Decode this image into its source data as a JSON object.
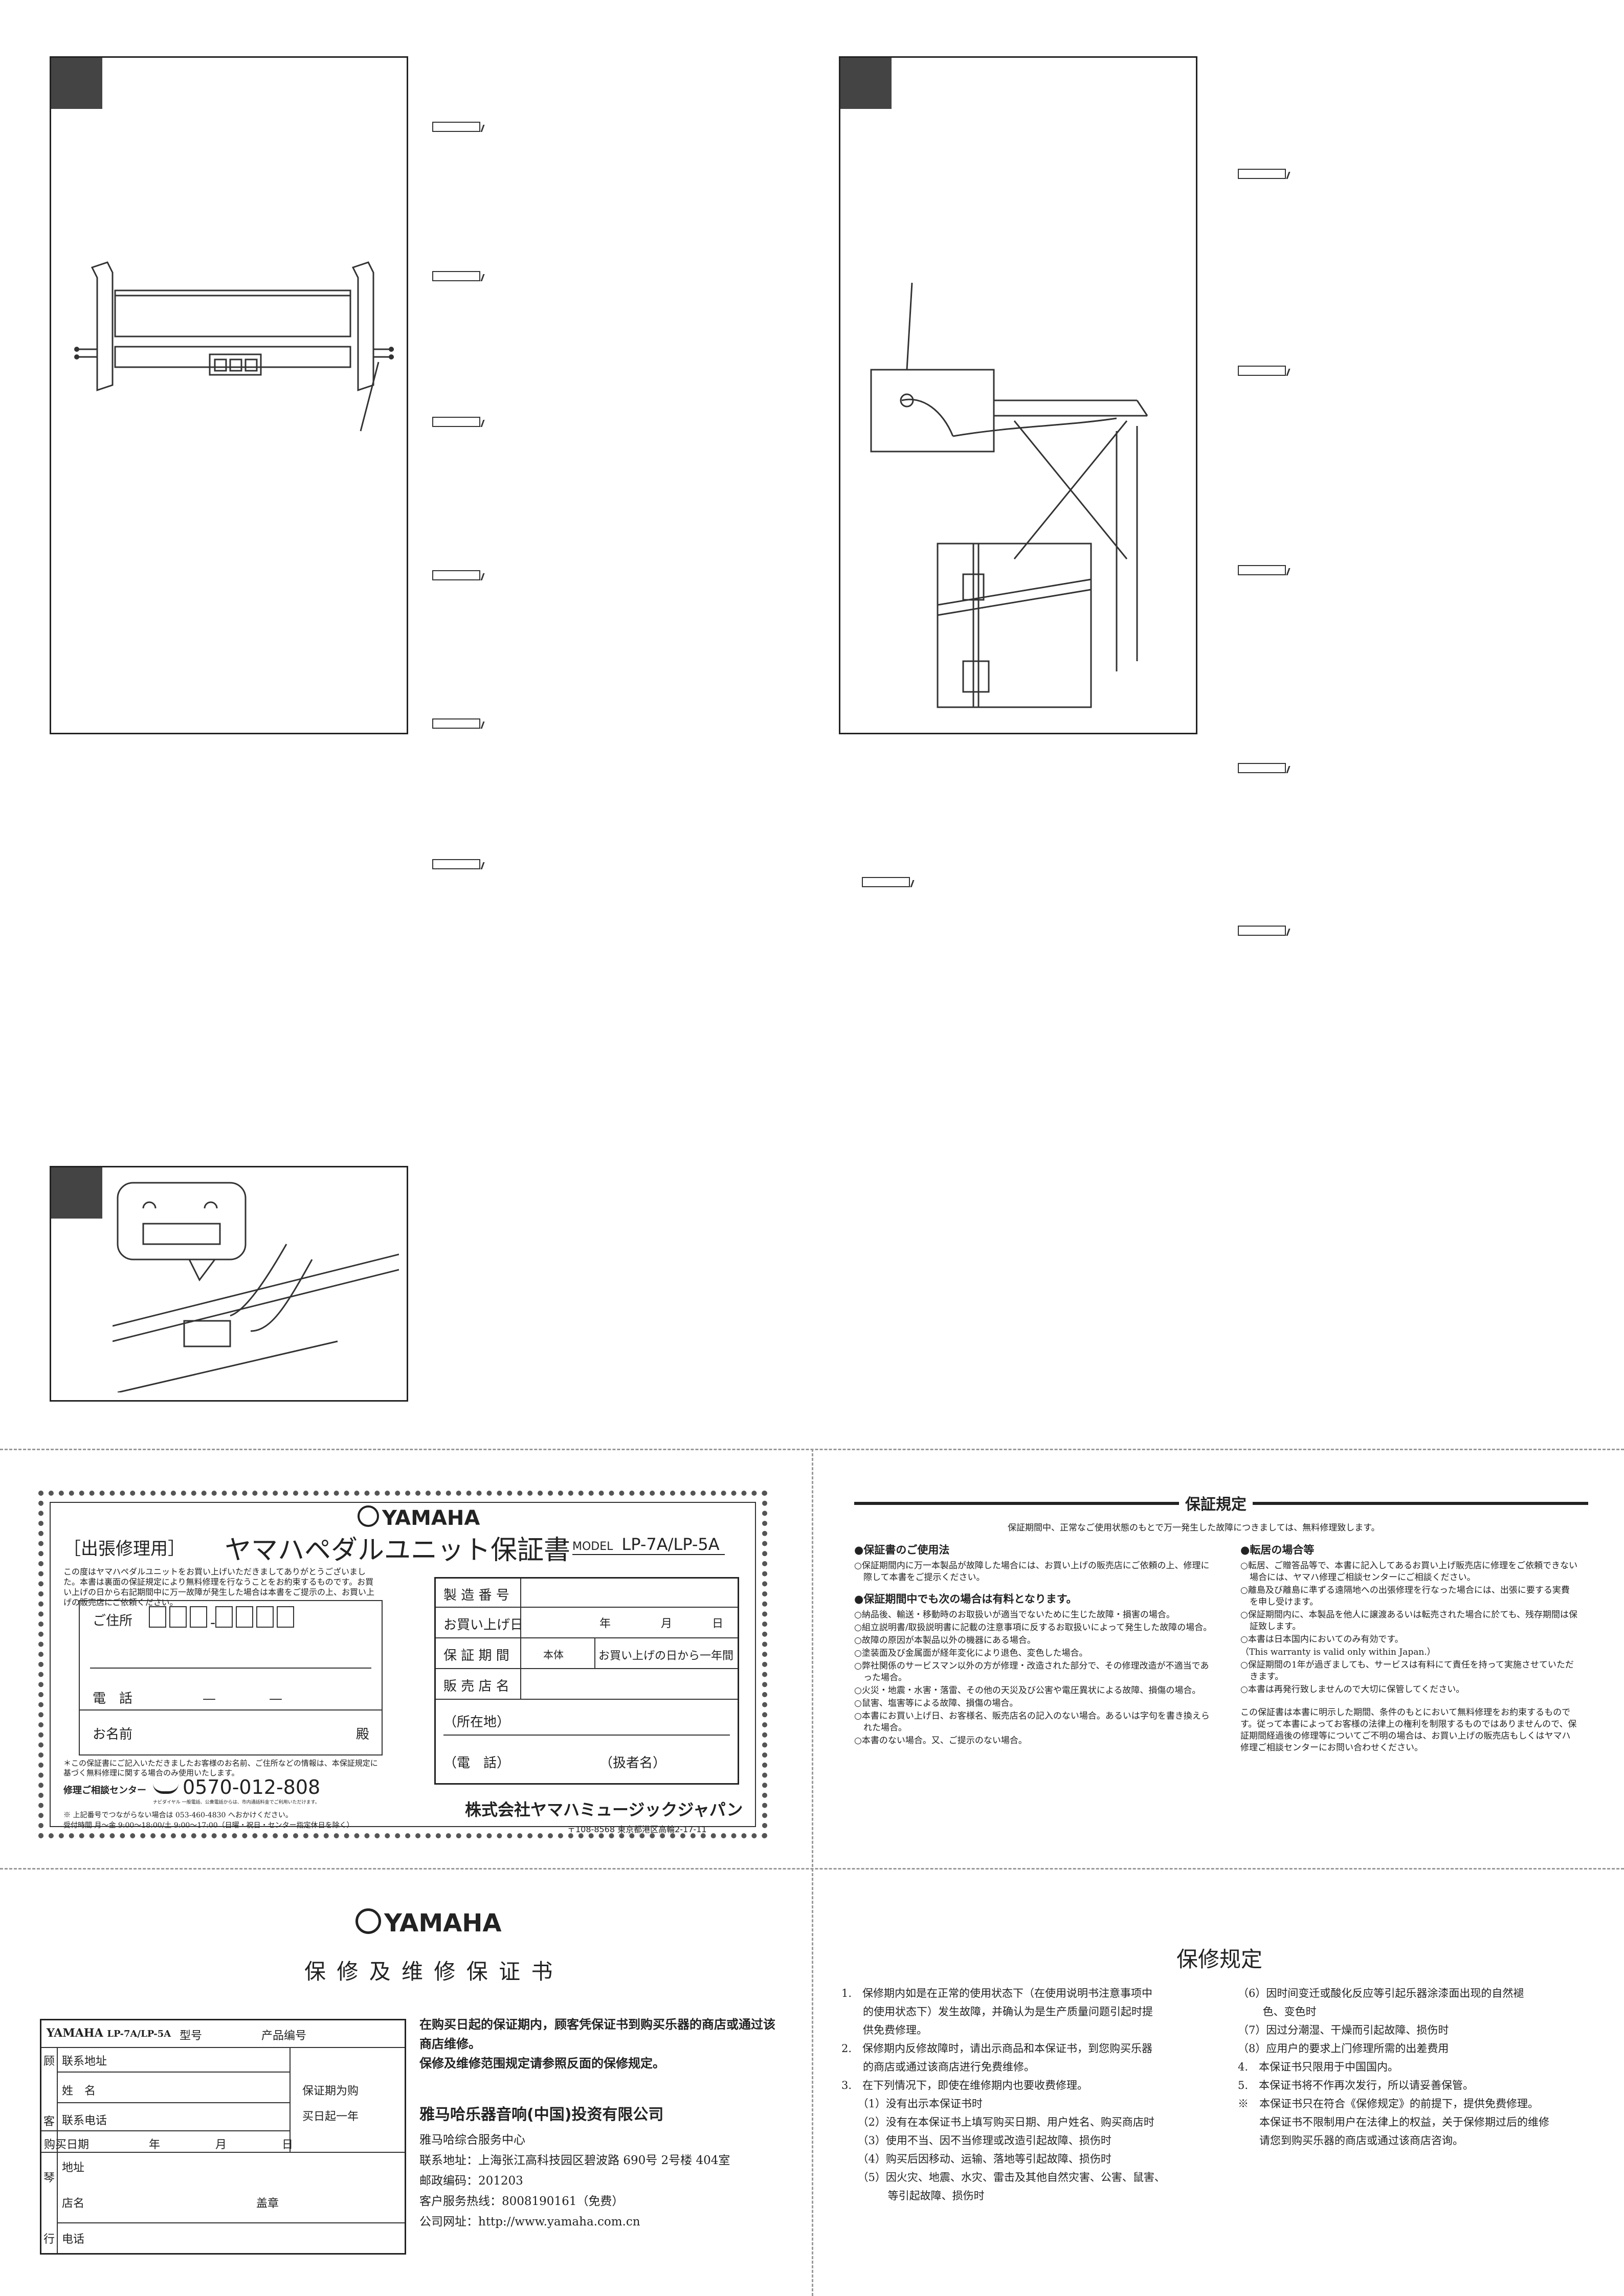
{
  "jp_card": {
    "brand": "YAMAHA",
    "repair_label": "［出張修理用］",
    "title": "ヤマハペダルユニット保証書",
    "model_label": "MODEL",
    "model_value": "LP-7A/LP-5A",
    "intro": "この度はヤマハペダルユニットをお買い上げいただきましてありがとうございました。本書は裏面の保証規定により無料修理を行なうことをお約束するものです。お買い上げの日から右記期間中に万一故障が発生した場合は本書をご提示の上、お買い上げの販売店にご依頼ください。",
    "address_label": "ご住所",
    "phone_label": "電　話",
    "phone_dashes": "—　　　　—",
    "name_label": "お名前",
    "name_suffix": "殿",
    "note": "＊この保証書にご記入いただきましたお客様のお名前、ご住所などの情報は、本保証規定に基づく無料修理に関する場合のみ使用いたします。",
    "center_label": "修理ご相談センター",
    "center_phone": "0570-012-808",
    "center_sub": "ナビダイヤル 一般電話、公衆電話からは、市内通話料金でご利用いただけます。",
    "alt_phone": "※ 上記番号でつながらない場合は 053-460-4830 へおかけください。",
    "hours": "受付時間 月～金 9:00～18:00/土 9:00～17:00（日曜・祝日・センター指定休日を除く）",
    "f_serial": "製 造 番 号",
    "f_date": "お買い上げ日",
    "f_year": "年",
    "f_month": "月",
    "f_day": "日",
    "f_period": "保 証 期 間",
    "f_body": "本体",
    "f_period_value": "お買い上げの日から一年間",
    "f_shop": "販 売 店 名",
    "f_location": "（所在地）",
    "f_tel": "（電　話）",
    "f_staff": "（扱者名）",
    "company": "株式会社ヤマハミュージックジャパン",
    "company_addr": "〒108-8568 東京都港区高輪2-17-11"
  },
  "jp_rules": {
    "title": "保証規定",
    "lead": "保証期間中、正常なご使用状態のもとで万一発生した故障につきましては、無料修理致します。",
    "s1_title": "●保証書のご使用法",
    "s1_items": [
      "○保証期間内に万一本製品が故障した場合には、お買い上げの販売店にご依頼の上、修理に際して本書をご提示ください。"
    ],
    "s2_title": "●保証期間中でも次の場合は有料となります。",
    "s2_items": [
      "○納品後、輸送・移動時のお取扱いが適当でないために生じた故障・損害の場合。",
      "○組立説明書/取扱説明書に記載の注意事項に反するお取扱いによって発生した故障の場合。",
      "○故障の原因が本製品以外の機器にある場合。",
      "○塗装面及び金属面が経年変化により退色、変色した場合。",
      "○弊社関係のサービスマン以外の方が修理・改造された部分で、その修理改造が不適当であった場合。",
      "○火災・地震・水害・落雷、その他の天災及び公害や電圧異状による故障、損傷の場合。",
      "○鼠害、塩害等による故障、損傷の場合。",
      "○本書にお買い上げ日、お客様名、販売店名の記入のない場合。あるいは字句を書き換えられた場合。",
      "○本書のない場合。又、ご提示のない場合。"
    ],
    "s3_title": "●転居の場合等",
    "s3_items": [
      "○転居、ご贈答品等で、本書に記入してあるお買い上げ販売店に修理をご依頼できない場合には、ヤマハ修理ご相談センターにご相談ください。",
      "○離島及び離島に準ずる遠隔地への出張修理を行なった場合には、出張に要する実費を申し受けます。",
      "○保証期間内に、本製品を他人に譲渡あるいは転売された場合に於ても、残存期間は保証致します。",
      "○本書は日本国内においてのみ有効です。",
      "（This warranty is valid only within Japan.）",
      "○保証期間の1年が過ぎましても、サービスは有料にて責任を持って実施させていただきます。",
      "○本書は再発行致しませんので大切に保管してください。"
    ],
    "closing": "この保証書は本書に明示した期間、条件のもとにおいて無料修理をお約束するものです。従って本書によってお客様の法律上の権利を制限するものではありませんので、保証期間経過後の修理等についてご不明の場合は、お買い上げの販売店もしくはヤマハ修理ご相談センターにお問い合わせください。"
  },
  "cn_card": {
    "brand": "YAMAHA",
    "title": "保 修 及 维 修 保 证 书",
    "t_brand": "YAMAHA",
    "t_model": "LP-7A/LP-5A",
    "t_model_label": "型号",
    "t_serial_label": "产品编号",
    "t_side1": "顾",
    "t_side2": "客",
    "t_side3": "琴",
    "t_side4": "行",
    "t_addr": "联系地址",
    "t_name": "姓　名",
    "t_phone": "联系电话",
    "t_period": "保证期为购",
    "t_period2": "买日起一年",
    "t_date": "购买日期",
    "t_year": "年",
    "t_month": "月",
    "t_day": "日",
    "t_shop_addr": "地址",
    "t_shop": "店名",
    "t_stamp": "盖章",
    "t_shop_phone": "电话",
    "notice1": "在购买日起的保证期内，顾客凭保证书到购买乐器的商店或通过该商店维修。",
    "notice2": "保修及维修范围规定请参照反面的保修规定。",
    "company": "雅马哈乐器音响(中国)投资有限公司",
    "center": "雅马哈综合服务中心",
    "addr": "联系地址：上海张江高科技园区碧波路 690号 2号楼 404室",
    "zip": "邮政编码：201203",
    "hotline": "客户服务热线：8008190161（免费）",
    "web": "公司网址：http://www.yamaha.com.cn"
  },
  "cn_rules": {
    "title": "保修规定",
    "left": [
      "1.　保修期内如是在正常的使用状态下（在使用说明书注意事项中",
      "　　的使用状态下）发生故障，并确认为是生产质量问题引起时提",
      "　　供免费修理。",
      "2.　保修期内反修故障时，请出示商品和本保证书，到您购买乐器",
      "　　的商店或通过该商店进行免费维修。",
      "3.　在下列情况下，即使在维修期内也要收费修理。",
      "　　（1）没有出示本保证书时",
      "　　（2）没有在本保证书上填写购买日期、用户姓名、购买商店时",
      "　　（3）使用不当、因不当修理或改造引起故障、损伤时",
      "　　（4）购买后因移动、运输、落地等引起故障、损伤时",
      "　　（5）因火灾、地震、水灾、雷击及其他自然灾害、公害、鼠害、",
      "　　　　 等引起故障、损伤时"
    ],
    "right": [
      "（6）因时间变迁或酸化反应等引起乐器涂漆面出现的自然褪",
      "　　 色、变色时",
      "（7）因过分潮湿、干燥而引起故障、损伤时",
      "（8）应用户的要求上门修理所需的出差费用",
      "4.　本保证书只限用于中国国内。",
      "5.　本保证书将不作再次发行，所以请妥善保管。",
      "※　本保证书只在符合《保修规定》的前提下，提供免费修理。",
      "　　本保证书不限制用户在法律上的权益，关于保修期过后的维修",
      "　　请您到购买乐器的商店或通过该商店咨询。"
    ]
  }
}
